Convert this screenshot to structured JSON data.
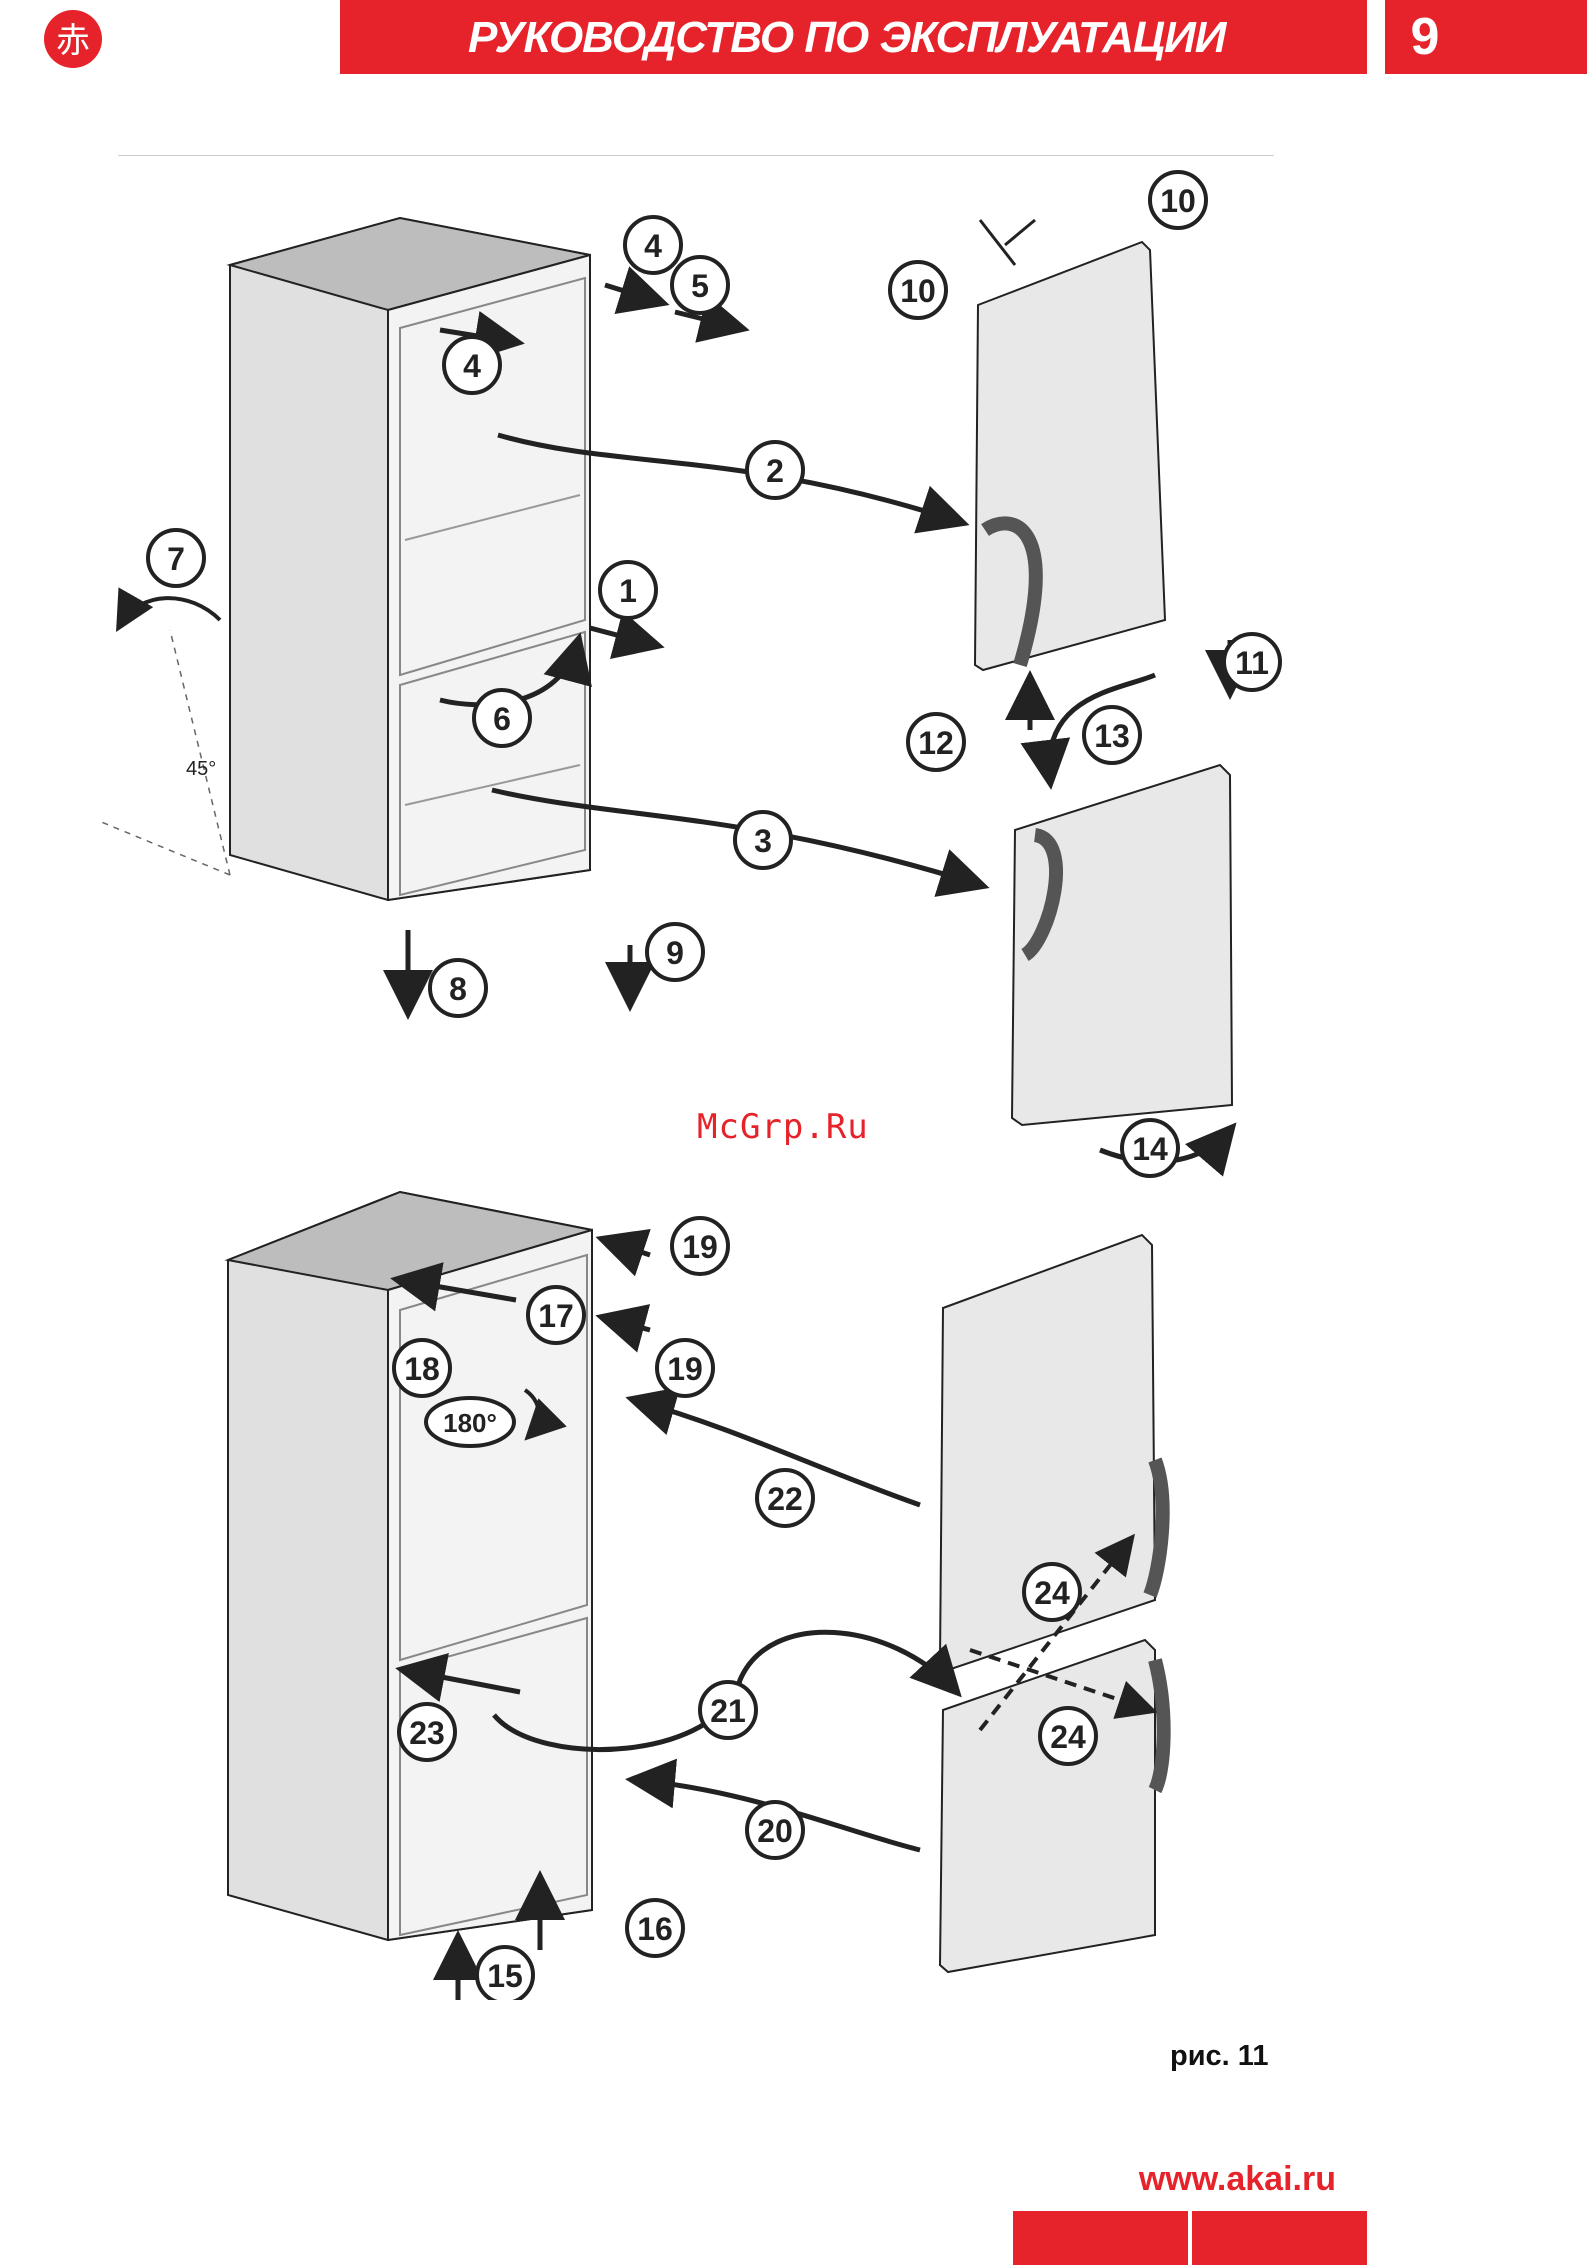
{
  "header": {
    "title": "РУКОВОДСТВО ПО ЭКСПЛУАТАЦИИ",
    "page_number": "9",
    "logo_glyph": "赤",
    "accent": "#e6232b"
  },
  "figure": {
    "angle_label": "45°",
    "rotation_label": "180°",
    "steps_top": [
      "1",
      "2",
      "3",
      "4",
      "4",
      "5",
      "6",
      "7",
      "8",
      "9",
      "10",
      "10",
      "11",
      "12",
      "13",
      "14"
    ],
    "steps_bottom": [
      "15",
      "16",
      "17",
      "18",
      "19",
      "19",
      "20",
      "21",
      "22",
      "23",
      "24",
      "24"
    ],
    "caption": "рис. 11"
  },
  "watermark": "McGrp.Ru",
  "footer": {
    "url": "www.akai.ru"
  }
}
